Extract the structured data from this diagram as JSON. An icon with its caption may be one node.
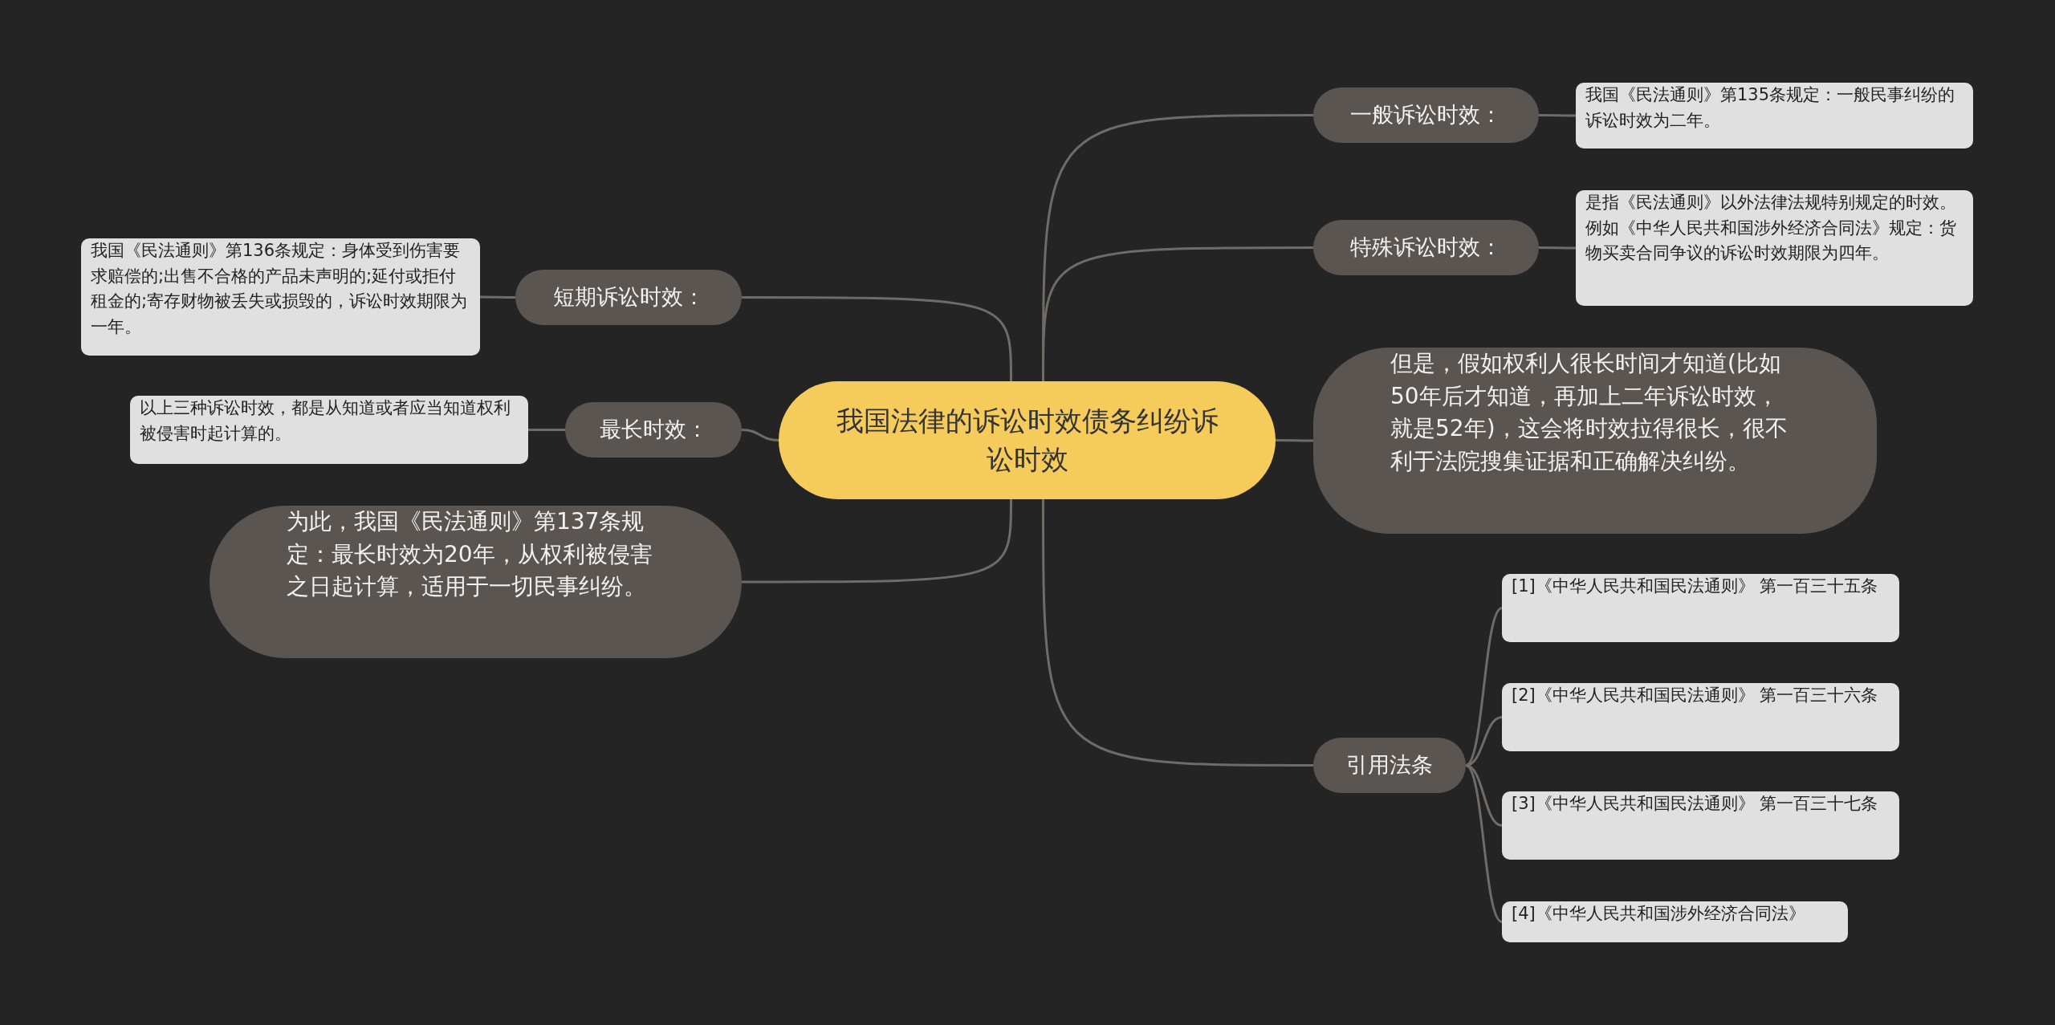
{
  "diagram": {
    "nodes": [
      {
        "text": [
          "我国法律的诉讼时效债务纠纷诉讼时效"
        ]
      },
      {
        "text": [
          "一般诉讼时效："
        ]
      },
      {
        "text": [
          "我国《民法通则》第135条规定：一般民事纠纷的诉讼时效为二年。"
        ]
      },
      {
        "text": [
          "特殊诉讼时效："
        ]
      },
      {
        "text": [
          "是指《民法通则》以外法律法规特别规定的时效。例如《中华人民共和国涉外经济合同法》规定：货物买卖合同争议的诉讼时效期限为四年。"
        ]
      },
      {
        "text": [
          "但是，假如权利人很长时间才知道(比如50年后才知道，再加上二年诉讼时效，就是52年)，这会将时效拉得很长，很不利于法院搜集证据和正确解决纠纷。"
        ]
      },
      {
        "text": [
          "引用法条"
        ]
      },
      {
        "text": [
          "[1]《中华人民共和国民法通则》 第一百三十五条"
        ]
      },
      {
        "text": [
          "[2]《中华人民共和国民法通则》 第一百三十六条"
        ]
      },
      {
        "text": [
          "[3]《中华人民共和国民法通则》 第一百三十七条"
        ]
      },
      {
        "text": [
          "[4]《中华人民共和国涉外经济合同法》"
        ]
      },
      {
        "text": [
          "短期诉讼时效："
        ]
      },
      {
        "text": [
          "我国《民法通则》第136条规定：身体受到伤害要求赔偿的;出售不合格的产品未声明的;延付或拒付租金的;寄存财物被丢失或损毁的，诉讼时效期限为一年。"
        ]
      },
      {
        "text": [
          "最长时效："
        ]
      },
      {
        "text": [
          "以上三种诉讼时效，都是从知道或者应当知道权利被侵害时起计算的。"
        ]
      },
      {
        "text": [
          "为此，我国《民法通则》第137条规定：最长时效为20年，从权利被侵害之日起计算，适用于一切民事纠纷。"
        ]
      }
    ],
    "edges": [
      {
        "from": 0,
        "to": 1,
        "arrow": "none"
      },
      {
        "from": 1,
        "to": 2,
        "arrow": "none"
      },
      {
        "from": 0,
        "to": 3,
        "arrow": "none"
      },
      {
        "from": 3,
        "to": 4,
        "arrow": "none"
      },
      {
        "from": 0,
        "to": 5,
        "arrow": "none"
      },
      {
        "from": 0,
        "to": 6,
        "arrow": "none"
      },
      {
        "from": 6,
        "to": 7,
        "arrow": "none"
      },
      {
        "from": 6,
        "to": 8,
        "arrow": "none"
      },
      {
        "from": 6,
        "to": 9,
        "arrow": "none"
      },
      {
        "from": 6,
        "to": 10,
        "arrow": "none"
      },
      {
        "from": 0,
        "to": 11,
        "arrow": "none"
      },
      {
        "from": 11,
        "to": 12,
        "arrow": "none"
      },
      {
        "from": 0,
        "to": 13,
        "arrow": "none"
      },
      {
        "from": 13,
        "to": 14,
        "arrow": "none"
      },
      {
        "from": 0,
        "to": 15,
        "arrow": "none"
      }
    ]
  }
}
